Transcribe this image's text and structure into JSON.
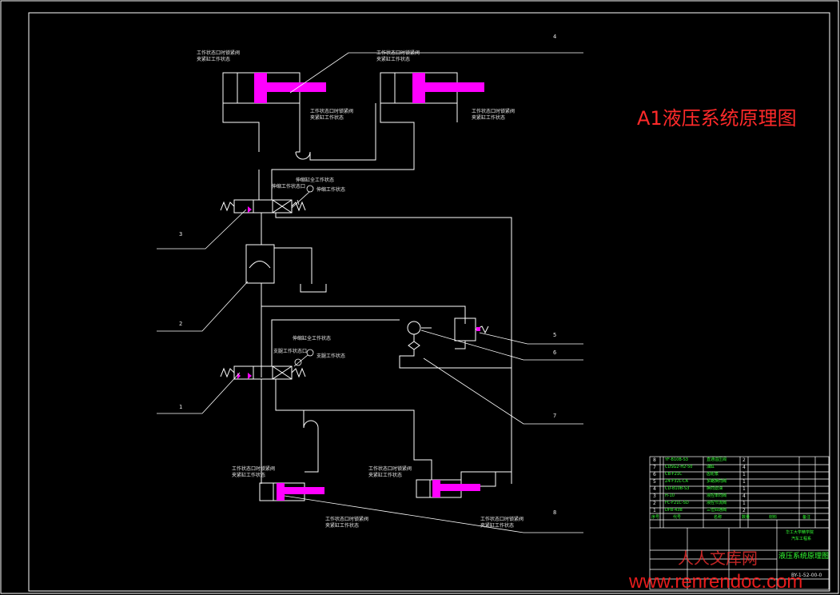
{
  "title": "A1液压系统原理图",
  "callouts": [
    "4",
    "3",
    "2",
    "1",
    "5",
    "6",
    "7",
    "8"
  ],
  "labels": {
    "top_left_head": [
      "工作状态口时锁紧阀",
      "夹紧缸工作状态"
    ],
    "top_mid_head": [
      "工作状态口时锁紧阀",
      "夹紧缸工作状态"
    ],
    "top_left_foot": [
      "工作状态口时锁紧阀",
      "夹紧缸工作状态"
    ],
    "top_right_foot": [
      "工作状态口时锁紧阀",
      "夹紧缸工作状态"
    ],
    "valve1_a": "伸缩缸全工作状态",
    "valve1_b": "伸缩工作状态口",
    "valve1_c": "伸缩工作状态",
    "valve2_a": "伸缩缸全工作状态",
    "valve2_b": "支腿工作状态口",
    "valve2_c": "支腿工作状态",
    "bot_left_head": [
      "工作状态口时锁紧阀",
      "夹紧缸工作状态"
    ],
    "bot_mid_head": [
      "工作状态口时锁紧阀",
      "夹紧缸工作状态"
    ],
    "bot_left_foot": [
      "工作状态口时锁紧阀",
      "夹紧缸工作状态"
    ],
    "bot_right_foot": [
      "工作状态口时锁紧阀",
      "夹紧缸工作状态"
    ]
  },
  "title_block": {
    "parts": [
      {
        "no": "8",
        "code": "YF-B10B-S3",
        "name": "直通溢压阀",
        "qty": "2"
      },
      {
        "no": "7",
        "code": "CDSG2-H2-50",
        "name": "油缸",
        "qty": "4"
      },
      {
        "no": "6",
        "code": "CB-F21C",
        "name": "齿轮泵",
        "qty": "1"
      },
      {
        "no": "5",
        "code": "Z4-F32L-CA",
        "name": "多路换向阀",
        "qty": "1"
      },
      {
        "no": "4",
        "code": "CD-B10B-S3",
        "name": "换向滤油",
        "qty": "1"
      },
      {
        "no": "3",
        "code": "H-10",
        "name": "液控单向阀",
        "qty": "4"
      },
      {
        "no": "2",
        "code": "FC-F21C-5D",
        "name": "液控节流阀",
        "qty": "1"
      },
      {
        "no": "1",
        "code": "DFB-43B",
        "name": "三位四通阀",
        "qty": "2"
      }
    ],
    "header": [
      "序号",
      "代号",
      "名称",
      "数量",
      "材料",
      "备注"
    ],
    "school": [
      "华工大学精学院",
      "汽车工程系"
    ],
    "drawing_title": "液压系统原理图",
    "drawing_no": "BY-1-52-00-0"
  },
  "watermark": {
    "url": "www.renrendoc.com",
    "cn": "人人文库网"
  },
  "colors": {
    "line": "#ffffff",
    "magenta": "#ff00ff",
    "title": "#ff2a2a",
    "green": "#33ff33"
  }
}
